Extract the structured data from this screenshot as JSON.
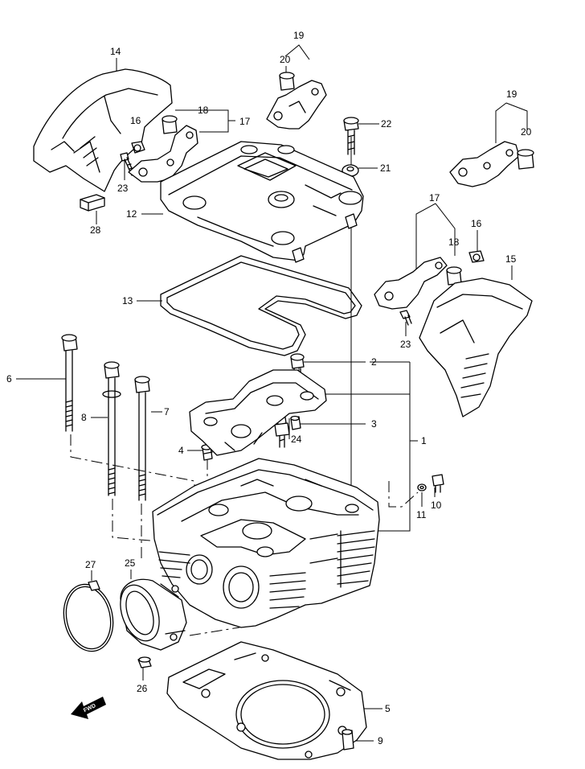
{
  "labels": {
    "l1": "1",
    "l2": "2",
    "l3": "3",
    "l4": "4",
    "l5": "5",
    "l6": "6",
    "l7": "7",
    "l8": "8",
    "l9": "9",
    "l10": "10",
    "l11": "11",
    "l12": "12",
    "l13": "13",
    "l14": "14",
    "l15": "15",
    "l16a": "16",
    "l16b": "16",
    "l17a": "17",
    "l17b": "17",
    "l18a": "18",
    "l18b": "18",
    "l19a": "19",
    "l19b": "19",
    "l20a": "20",
    "l20b": "20",
    "l21": "21",
    "l22": "22",
    "l23a": "23",
    "l23b": "23",
    "l24": "24",
    "l25": "25",
    "l26": "26",
    "l27": "27",
    "l28": "28"
  },
  "fwd_label": "FWD"
}
